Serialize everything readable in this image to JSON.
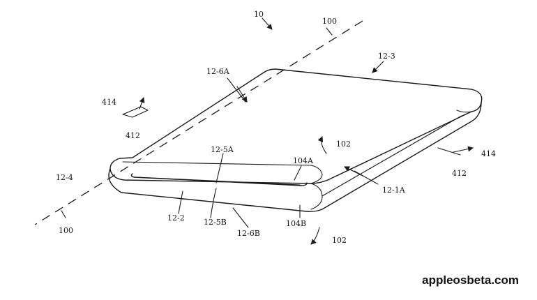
{
  "labels": {
    "fig": "10",
    "axis_top": "100",
    "axis_bottom": "100",
    "seg_12_3": "12-3",
    "seg_12_6A": "12-6A",
    "seg_414_left": "414",
    "seg_412_left": "412",
    "seg_12_5A": "12-5A",
    "seg_104A": "104A",
    "seg_102_top": "102",
    "seg_12_4": "12-4",
    "seg_12_1A": "12-1A",
    "seg_414_right": "414",
    "seg_412_right": "412",
    "seg_12_2": "12-2",
    "seg_12_5B": "12-5B",
    "seg_12_6B": "12-6B",
    "seg_104B": "104B",
    "seg_102_bottom": "102"
  },
  "watermark": "appleosbeta.com"
}
